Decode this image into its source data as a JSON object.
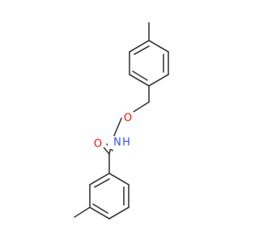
{
  "molecule": {
    "atoms": {
      "oxygen_carbonyl": {
        "label": "O",
        "color": "#ff0d0d"
      },
      "nitrogen": {
        "label": "N",
        "color": "#3050f8"
      },
      "hydrogen_on_n": {
        "label": "H",
        "color": "#3050f8"
      },
      "oxygen_ether": {
        "label": "O",
        "color": "#ff0d0d"
      }
    },
    "bond_color": "#3a3a3a"
  }
}
